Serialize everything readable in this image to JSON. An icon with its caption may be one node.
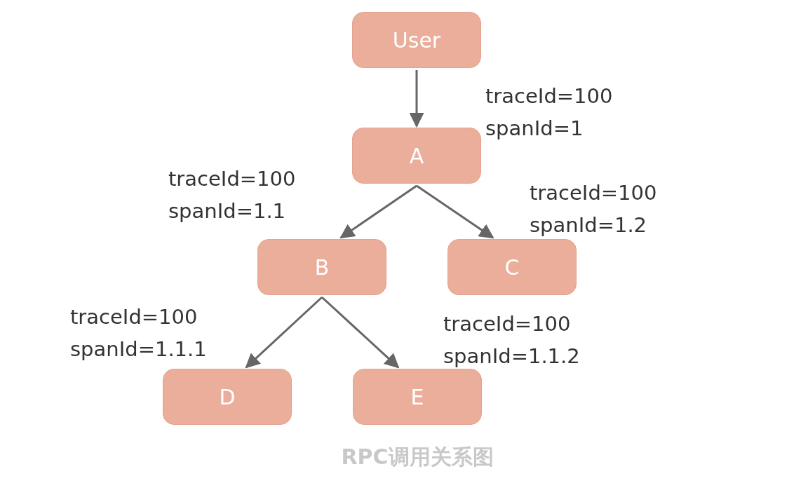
{
  "diagram": {
    "caption": "RPC调用关系图",
    "nodes": [
      {
        "text": [
          "User"
        ]
      },
      {
        "text": [
          "A"
        ],
        "beside": [
          "traceId=100",
          "spanId=1"
        ]
      },
      {
        "text": [
          "B"
        ],
        "beside": [
          "traceId=100",
          "spanId=1.1"
        ]
      },
      {
        "text": [
          "C"
        ],
        "beside": [
          "traceId=100",
          "spanId=1.2"
        ]
      },
      {
        "text": [
          "D"
        ],
        "beside": [
          "traceId=100",
          "spanId=1.1.1"
        ]
      },
      {
        "text": [
          "E"
        ],
        "beside": [
          "traceId=100",
          "spanId=1.1.2"
        ]
      }
    ],
    "edges": [
      {
        "from": 0,
        "to": 1,
        "arrow": "to"
      },
      {
        "from": 1,
        "to": 2,
        "arrow": "to"
      },
      {
        "from": 1,
        "to": 3,
        "arrow": "to"
      },
      {
        "from": 2,
        "to": 4,
        "arrow": "to"
      },
      {
        "from": 2,
        "to": 5,
        "arrow": "to"
      }
    ]
  }
}
